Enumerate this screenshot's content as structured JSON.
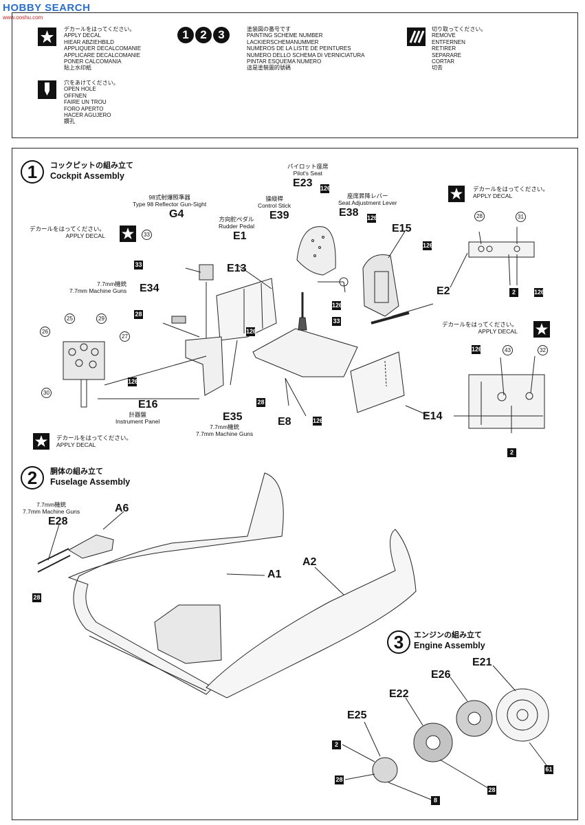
{
  "watermark": {
    "main": "HOBBY SEARCH",
    "sub": "www.ooshu.com"
  },
  "legend": {
    "decal": [
      "デカールをはってください。",
      "APPLY DECAL",
      "HIEAR ABZIEHBILD",
      "APPLIQUER DECALCOMANIE",
      "APPLICARE DECALCOMANIE",
      "PONER CALCOMANIA",
      "貼上水印紙"
    ],
    "hole": [
      "穴をあけてください。",
      "OPEN HOLE",
      "OFFNEN",
      "FAIRE UN TROU",
      "FORO APERTO",
      "HACER AGUJERO",
      "鑽孔"
    ],
    "scheme_badges": [
      "1",
      "2",
      "3"
    ],
    "scheme": [
      "塗装図の番号です",
      "PAINTING SCHEME NUMBER",
      "LACKIERSCHEMANUMMER",
      "NUMEROS DE LA LISTE DE PEINTURES",
      "NUMERO DELLO SCHEMA DI VERNICIATURA",
      "PINTAR ESQUEMA NUMERO",
      "這是塗裝圖的號碼"
    ],
    "remove": [
      "切り取ってください。",
      "REMOVE",
      "ENTFERNEN",
      "RETIRER",
      "SEPARARE",
      "CORTAR",
      "切去"
    ]
  },
  "steps": [
    {
      "num": "1",
      "jp": "コックピットの組み立て",
      "en": "Cockpit Assembly"
    },
    {
      "num": "2",
      "jp": "胴体の組み立て",
      "en": "Fuselage Assembly"
    },
    {
      "num": "3",
      "jp": "エンジンの組み立て",
      "en": "Engine Assembly"
    }
  ],
  "cockpit": {
    "pilot_seat": {
      "jp": "パイロット座席",
      "en": "Pilot's Seat",
      "part": "E23"
    },
    "control_stick": {
      "jp": "操縦桿",
      "en": "Control Stick",
      "part": "E39"
    },
    "seat_lever": {
      "jp": "座席昇降レバー",
      "en": "Seat Adjustment Lever",
      "part": "E38"
    },
    "gun_sight": {
      "jp": "98式射爆照準器",
      "en": "Type 98 Reflector Gun-Sight",
      "part": "G4"
    },
    "rudder_pedal": {
      "jp": "方向舵ペダル",
      "en": "Rudder Pedal",
      "part": "E1"
    },
    "machine_guns_top": {
      "jp": "7.7mm機銃",
      "en": "7.7mm Machine Guns",
      "part": "E34"
    },
    "instrument_panel": {
      "jp": "計器盤",
      "en": "Instrument Panel",
      "part": "E16"
    },
    "machine_guns_bottom": {
      "jp": "7.7mm機銃",
      "en": "7.7mm Machine Guns",
      "part": "E35"
    },
    "parts": {
      "e13": "E13",
      "e15": "E15",
      "e2": "E2",
      "e8": "E8",
      "e14": "E14"
    },
    "decal_jp": "デカールをはってください。",
    "decal_en": "APPLY DECAL"
  },
  "fuselage": {
    "machine_guns": {
      "jp": "7.7mm機銃",
      "en": "7.7mm Machine Guns",
      "part": "E28"
    },
    "parts": {
      "a6": "A6",
      "a1": "A1",
      "a2": "A2"
    }
  },
  "engine": {
    "parts": {
      "e21": "E21",
      "e26": "E26",
      "e22": "E22",
      "e25": "E25"
    }
  },
  "paint_codes": {
    "c126": "126",
    "c33": "33",
    "c28": "28",
    "c2": "2",
    "c8": "8",
    "c61": "61"
  },
  "decal_numbers": {
    "d33": "33",
    "d25": "25",
    "d29": "29",
    "d26": "26",
    "d27": "27",
    "d30": "30",
    "d28": "28",
    "d31": "31",
    "d43": "43",
    "d32": "32"
  }
}
